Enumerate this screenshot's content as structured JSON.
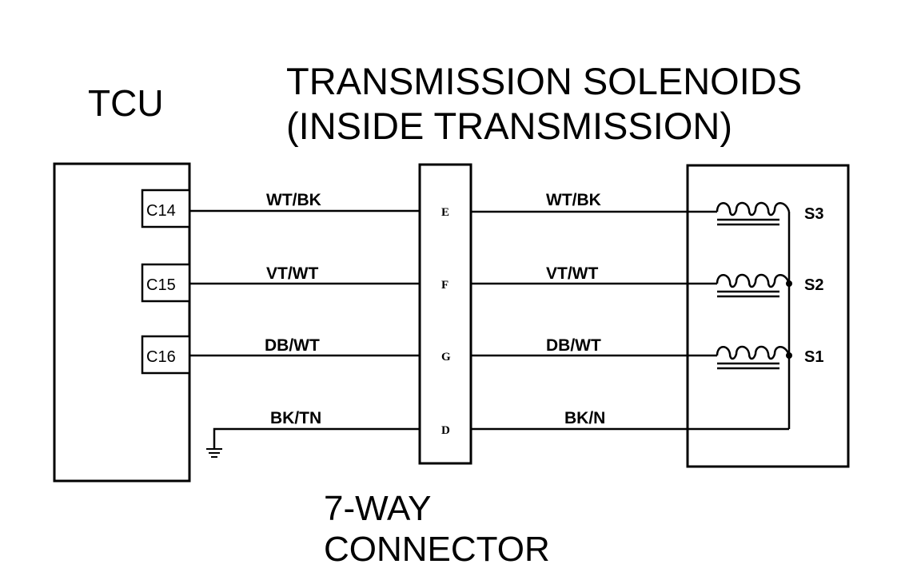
{
  "title": {
    "tcu": "TCU",
    "solenoids_line1": "TRANSMISSION SOLENOIDS",
    "solenoids_line2": "(INSIDE TRANSMISSION)",
    "connector_line1": "7-WAY",
    "connector_line2": "CONNECTOR"
  },
  "tcu_pins": [
    "C14",
    "C15",
    "C16"
  ],
  "connector_pins": [
    "E",
    "F",
    "G",
    "D"
  ],
  "wires_left": [
    "WT/BK",
    "VT/WT",
    "DB/WT",
    "BK/TN"
  ],
  "wires_right": [
    "WT/BK",
    "VT/WT",
    "DB/WT",
    "BK/N"
  ],
  "solenoids": [
    "S3",
    "S2",
    "S1"
  ],
  "colors": {
    "line": "#000000",
    "background": "#ffffff"
  }
}
